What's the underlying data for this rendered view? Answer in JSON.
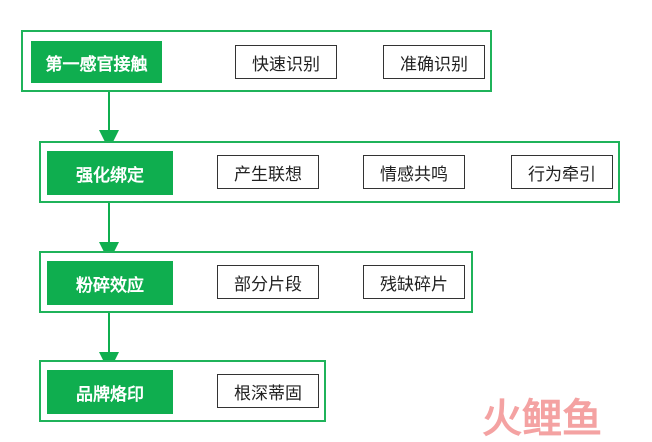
{
  "colors": {
    "primary_green": "#0fae4f",
    "border_green": "#1fb35a",
    "tag_border": "#333333",
    "watermark": "#f07a7a"
  },
  "stages": [
    {
      "title": "第一感官接触",
      "tags": [
        "快速识别",
        "准确识别"
      ]
    },
    {
      "title": "强化绑定",
      "tags": [
        "产生联想",
        "情感共鸣",
        "行为牵引"
      ]
    },
    {
      "title": "粉碎效应",
      "tags": [
        "部分片段",
        "残缺碎片"
      ]
    },
    {
      "title": "品牌烙印",
      "tags": [
        "根深蒂固"
      ]
    }
  ],
  "watermark": {
    "text": "火鲤鱼"
  }
}
